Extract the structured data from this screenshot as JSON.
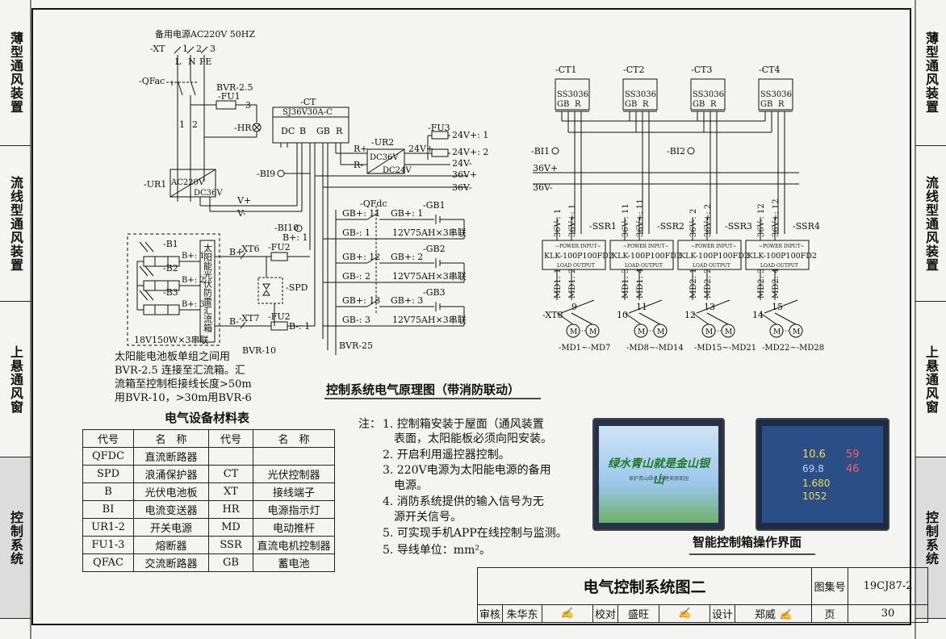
{
  "sidebar": {
    "left": [
      "薄型通风装置",
      "流线型通风装置",
      "上悬通风窗",
      "控制系统"
    ],
    "right": [
      "薄型通风装置",
      "流线型通风装置",
      "上悬通风窗",
      "控制系统"
    ],
    "active_index": 3
  },
  "diagram": {
    "title": "控制系统电气原理图（带消防联动）",
    "backup_power": "备用电源AC220V 50HZ",
    "xt": "-XT",
    "terminals": [
      "1",
      "2",
      "3"
    ],
    "lnpe": [
      "L",
      "N",
      "PE"
    ],
    "qfac": "-QFac",
    "bvr25_top": "BVR-2.5",
    "fu1": "-FU1",
    "three": "3",
    "hr": "-HR",
    "one": "1",
    "two": "2",
    "ur1": "-UR1",
    "ac220": "AC220V",
    "dc36": "DC36V",
    "vplus": "V+",
    "vminus": "V-",
    "ct": "-CT",
    "ct_model": "SJ36V30A-C",
    "ct_pins": [
      "DC",
      "B",
      "GB",
      "R"
    ],
    "bi9": "-BI9",
    "bi10": "-BI10",
    "bplus1": "B+: 1",
    "ur2": "-UR2",
    "ur2_in": "DC36V",
    "ur2_out": "DC24V",
    "rplus": "R+",
    "rminus": "R-",
    "fu3": "-FU3",
    "v24plus1": "24V+: 1",
    "v24plus2": "24V+: 2",
    "v24plus": "24V+",
    "v24minus": "24V-",
    "v36plus": "36V+",
    "v36minus": "36V-",
    "qfdc": "-QFdc",
    "gb_rows": [
      {
        "left_plus": "GB+: 11",
        "right_plus": "GB+: 1",
        "left_minus": "GB-: 1",
        "gb": "-GB1",
        "bat": "12V75AH×3串联"
      },
      {
        "left_plus": "GB+: 12",
        "right_plus": "GB+: 2",
        "left_minus": "GB-: 2",
        "gb": "-GB2",
        "bat": "12V75AH×3串联"
      },
      {
        "left_plus": "GB+: 13",
        "right_plus": "GB+: 3",
        "left_minus": "GB-: 3",
        "gb": "-GB3",
        "bat": "12V75AH×3串联"
      }
    ],
    "bvr25_bottom": "BVR-25",
    "panels": [
      "-B1",
      "-B2",
      "-B3"
    ],
    "bplus_pins": [
      "B+: 1",
      "B+: 2",
      "B+: 3"
    ],
    "panel_spec": "18V150W×3串联",
    "combiner": "太阳能光伏防雷汇流箱",
    "bplus": "B+",
    "bminus": "B-",
    "xt6": "-XT6",
    "xt7": "-XT7",
    "fu2": "-FU2",
    "spd": "-SPD",
    "bminus1": "B-: 1",
    "bvr10": "BVR-10",
    "note_lines": [
      "太阳能电池板单组之间用",
      "BVR-2.5 连接至汇流箱。汇",
      "流箱至控制柜接线长度>50m",
      "用BVR-10，>30m用BVR-6"
    ],
    "cts": [
      "-CT1",
      "-CT2",
      "-CT3",
      "-CT4"
    ],
    "ct_model2": "SS3036",
    "gb": "GB",
    "r": "R",
    "bi1": "-BI1",
    "bi2": "-BI2",
    "ssr": [
      {
        "name": "-SSR1",
        "in1": "36V-: 1",
        "in2": "36V+: 1",
        "md1": "MD1: 1",
        "md2": "MD1: 2",
        "t1": "9",
        "xt": "-XT8",
        "md": "-MD1~-MD7"
      },
      {
        "name": "-SSR2",
        "in1": "36V-: 11",
        "in2": "36V+: 11",
        "md1": "MD1: 3",
        "md2": "MD1: 4",
        "t1": "11",
        "xt": "10",
        "md": "-MD8~-MD14"
      },
      {
        "name": "-SSR3",
        "in1": "36V-: 2",
        "in2": "36V+: 2",
        "md1": "MD2: 1",
        "md2": "MD2: 2",
        "t1": "13",
        "xt": "12",
        "md": "-MD15~-MD21"
      },
      {
        "name": "-SSR4",
        "in1": "36V-: 12",
        "in2": "36V+: 12",
        "md1": "MD2: 3",
        "md2": "MD2: 4",
        "t1": "15",
        "xt": "14",
        "md": "-MD22~-MD28"
      }
    ],
    "klk": "KLK-100P100FD2",
    "power_input": "~POWER INPUT~",
    "load_output": "LOAD OUTPUT",
    "m": "M"
  },
  "materials": {
    "title": "电气设备材料表",
    "headers": [
      "代号",
      "名　称",
      "代号",
      "名　称"
    ],
    "rows": [
      [
        "QFDC",
        "直流断路器",
        "",
        ""
      ],
      [
        "SPD",
        "浪涌保护器",
        "CT",
        "光伏控制器"
      ],
      [
        "B",
        "光伏电池板",
        "XT",
        "接线端子"
      ],
      [
        "BI",
        "电流变送器",
        "HR",
        "电源指示灯"
      ],
      [
        "UR1-2",
        "开关电源",
        "MD",
        "电动推杆"
      ],
      [
        "FU1-3",
        "熔断器",
        "SSR",
        "直流电机控制器"
      ],
      [
        "QFAC",
        "交流断路器",
        "GB",
        "蓄电池"
      ]
    ]
  },
  "notes": {
    "lead": "注：",
    "lines": [
      "1. 控制箱安装于屋面（通风装置",
      "表面，太阳能板必须向阳安装。",
      "2. 开启利用遥控器控制。",
      "3. 220V电源为太阳能电源的备用",
      "电源。",
      "4. 消防系统提供的输入信号为无",
      "源开关信号。",
      "5. 可实现手机APP在线控制与监测。",
      "5. 导线单位：mm²。"
    ]
  },
  "photos": {
    "caption": "智能控制箱操作界面",
    "screen1_text": "绿水青山就是金山银山",
    "screen1_sub": "保护青山绿水 共建美丽家园",
    "screen2_values": [
      "10.6",
      "59",
      "69.8",
      "46",
      "1.680",
      "1052"
    ]
  },
  "titleblock": {
    "title": "电气控制系统图二",
    "atlas_label": "图集号",
    "atlas_no": "19CJ87-2",
    "review": "审核",
    "reviewer": "朱华东",
    "check": "校对",
    "checker": "盛旺",
    "design": "设计",
    "designer": "郑威",
    "page_label": "页",
    "page_no": "30"
  },
  "colors": {
    "line": "#111111",
    "sidebar_active": "#dcdcdc",
    "screen_blue": "#2a7fc9",
    "screen_dark": "#1d2b45"
  }
}
